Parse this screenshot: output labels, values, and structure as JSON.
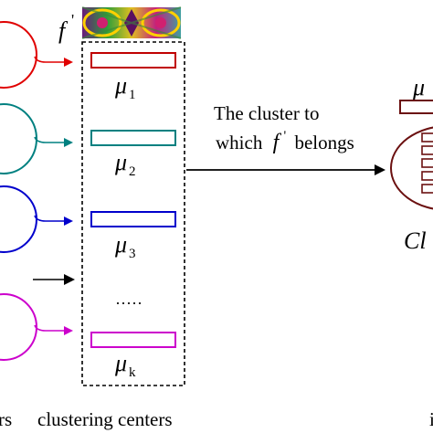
{
  "feature": {
    "symbol": "f",
    "prime": "'"
  },
  "centers": [
    {
      "symbol": "μ",
      "sub": "1",
      "color": "#c00000"
    },
    {
      "symbol": "μ",
      "sub": "2",
      "color": "#008080"
    },
    {
      "symbol": "μ",
      "sub": "3",
      "color": "#0000cc"
    },
    {
      "symbol": "μ",
      "sub": "k",
      "color": "#cc00cc"
    }
  ],
  "ellipsis": "·····",
  "arrow_text": {
    "line1": "The cluster to",
    "line2_pre": "which",
    "line2_sym": "f",
    "line2_prime": "'",
    "line2_post": "belongs"
  },
  "result": {
    "mu": "μ",
    "label": "Cl",
    "color": "#6b1010"
  },
  "bottom": {
    "left": "rs",
    "middle": "clustering centers",
    "right": "i"
  }
}
